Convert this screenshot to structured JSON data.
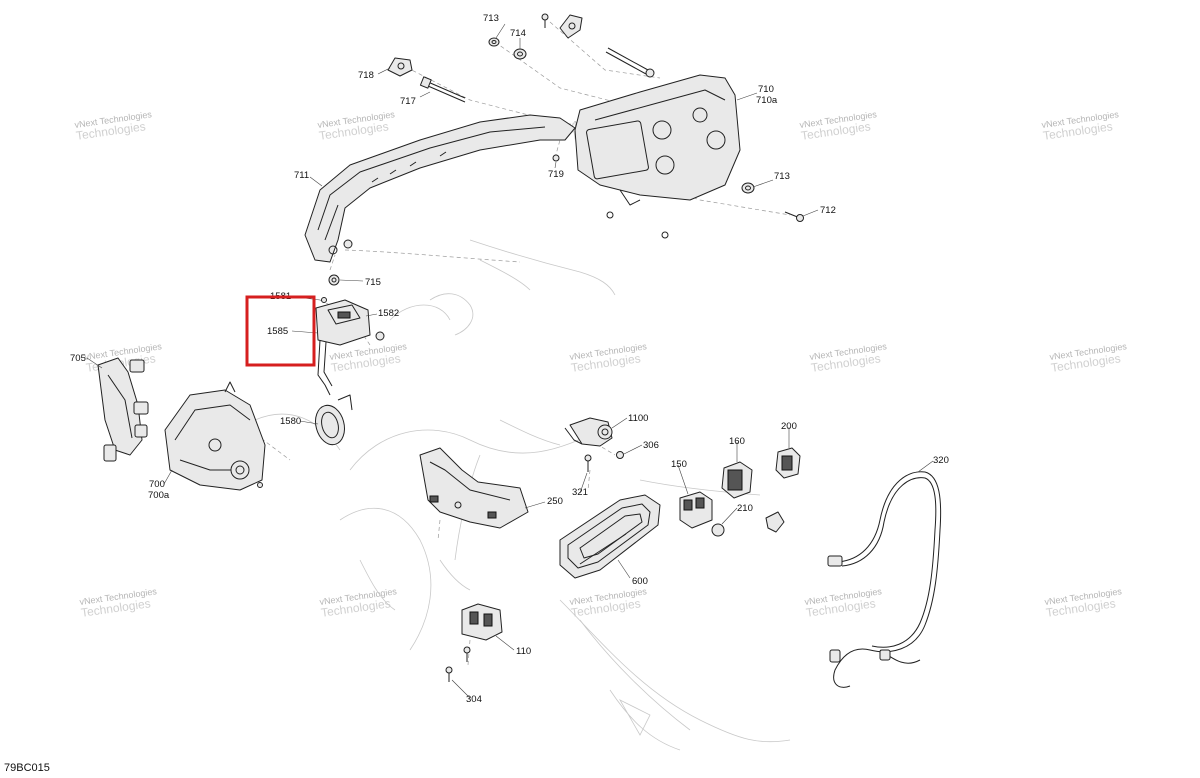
{
  "diagram_code": "79BC015",
  "highlight": {
    "color": "#d61f1f"
  },
  "watermark": {
    "line1": "vNext Technologies",
    "line2": "Technologies"
  },
  "callouts": {
    "c713a": "713",
    "c714": "714",
    "c718": "718",
    "c717": "717",
    "c710": "710",
    "c710a": "710a",
    "c711": "711",
    "c719": "719",
    "c713b": "713",
    "c712": "712",
    "c715": "715",
    "c1581": "1581",
    "c1582": "1582",
    "c1585": "1585",
    "c705": "705",
    "c1580": "1580",
    "c700": "700",
    "c700a": "700a",
    "c1100": "1100",
    "c306": "306",
    "c160": "160",
    "c200": "200",
    "c320": "320",
    "c150": "150",
    "c321": "321",
    "c250": "250",
    "c210": "210",
    "c600": "600",
    "c110": "110",
    "c304": "304"
  }
}
